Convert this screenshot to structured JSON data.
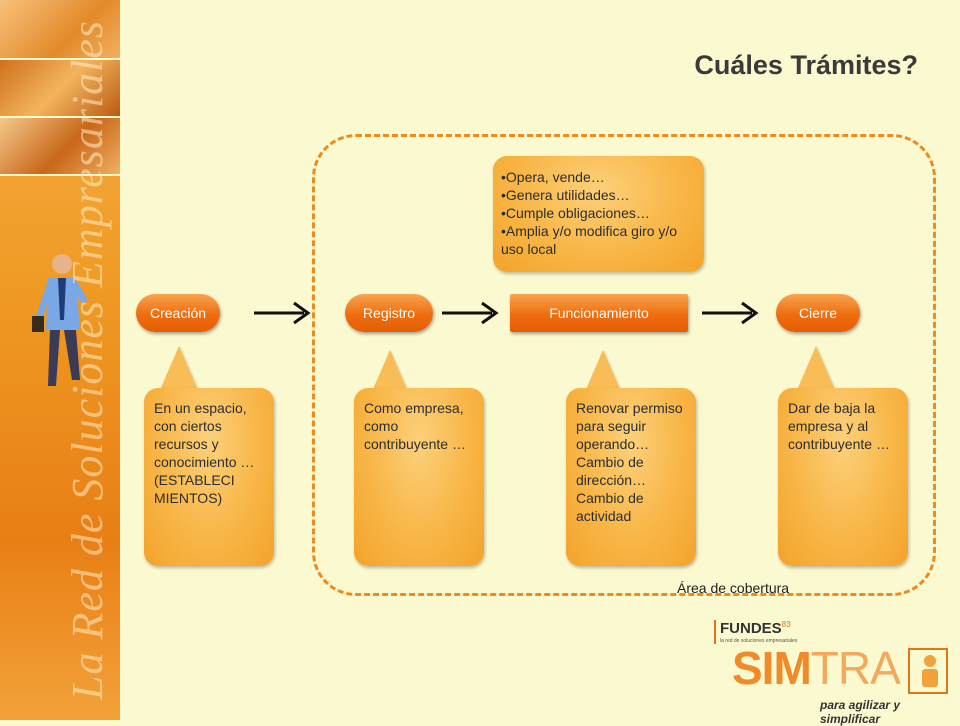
{
  "title": "Cuáles Trámites?",
  "sidebar": {
    "tagline": "La Red de Soluciones Empresariales"
  },
  "coverage_label": "Área de cobertura",
  "stages": [
    {
      "label": "Creación"
    },
    {
      "label": "Registro"
    },
    {
      "label": "Funcionamiento"
    },
    {
      "label": "Cierre"
    }
  ],
  "top_note": {
    "lines": [
      "•Opera, vende…",
      "•Genera utilidades…",
      "•Cumple obligaciones…",
      "•Amplia y/o modifica giro y/o uso local"
    ]
  },
  "notes": [
    {
      "lines": [
        "En un espacio, con ciertos recursos y conocimiento …",
        "(ESTABLECI MIENTOS)"
      ]
    },
    {
      "lines": [
        "Como empresa, como contribuyente …"
      ]
    },
    {
      "lines": [
        "Renovar permiso para seguir operando…",
        "Cambio de dirección…",
        "Cambio de actividad"
      ]
    },
    {
      "lines": [
        "Dar de baja la empresa y al contribuyente …"
      ]
    }
  ],
  "logo": {
    "fundes": "FUNDES",
    "fundes_sub": "la red de soluciones empresariales",
    "simtra_a": "SIM",
    "simtra_b": "TRA",
    "slogan": "para agilizar y simplificar"
  },
  "colors": {
    "background": "#fbf9cf",
    "accent": "#ef8a1c",
    "stage": "#ee6d0e",
    "note": "#f8b647"
  }
}
